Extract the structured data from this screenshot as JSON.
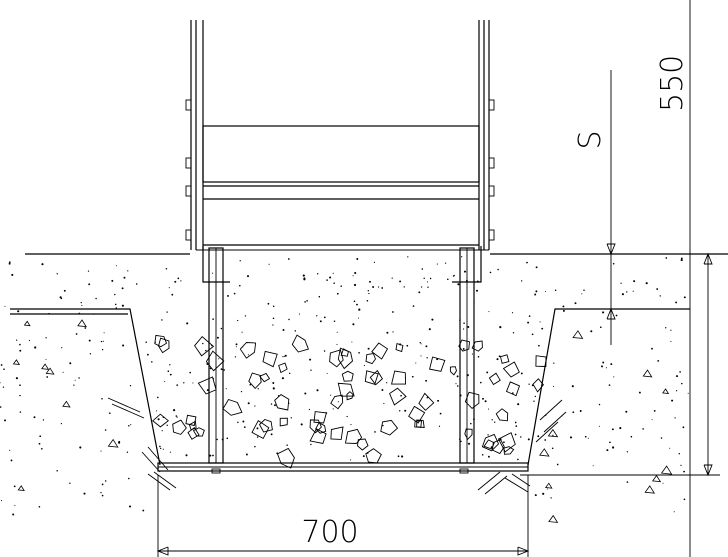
{
  "dimensions": {
    "width_label": "700",
    "height_label": "550",
    "depth_label": "S"
  },
  "colors": {
    "line": "#000000",
    "background": "#ffffff"
  }
}
